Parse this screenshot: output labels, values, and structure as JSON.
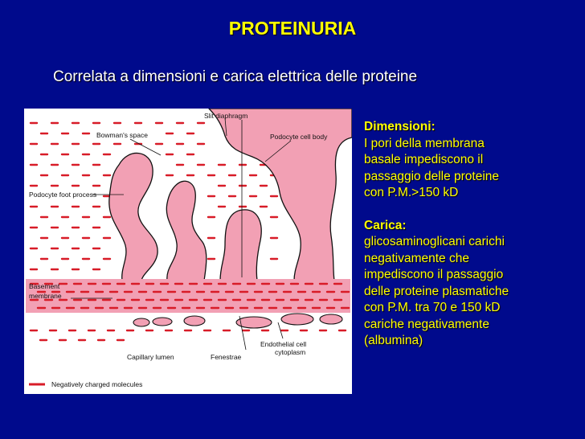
{
  "slide": {
    "title": "PROTEINURIA",
    "subtitle": "Correlata a dimensioni e carica elettrica delle proteine"
  },
  "figure": {
    "labels": {
      "slit_diaphragm": "Slit diaphragm",
      "bowmans_space": "Bowman's space",
      "podocyte_cell_body": "Podocyte cell body",
      "podocyte_foot_process": "Podocyte foot process",
      "basement_membrane_1": "Basement",
      "basement_membrane_2": "membrane",
      "capillary_lumen": "Capillary lumen",
      "fenestrae": "Fenestrae",
      "endothelial_cell_1": "Endothelial cell",
      "endothelial_cell_2": "cytoplasm",
      "legend": "Negatively charged molecules"
    },
    "colors": {
      "tissue": "#f2a0b4",
      "charge": "#d81c28",
      "outline": "#111111"
    }
  },
  "notes": {
    "dimension_heading": "Dimensioni:",
    "dimension_lines": [
      "I pori della membrana",
      "basale  impediscono il",
      "passaggio delle proteine",
      "con P.M.>150 kD"
    ],
    "charge_heading": "Carica:",
    "charge_lines": [
      "glicosaminoglicani carichi",
      "negativamente che",
      "impediscono il passaggio",
      "delle proteine plasmatiche",
      "con P.M. tra 70 e 150 kD",
      "cariche negativamente",
      "(albumina)"
    ]
  }
}
